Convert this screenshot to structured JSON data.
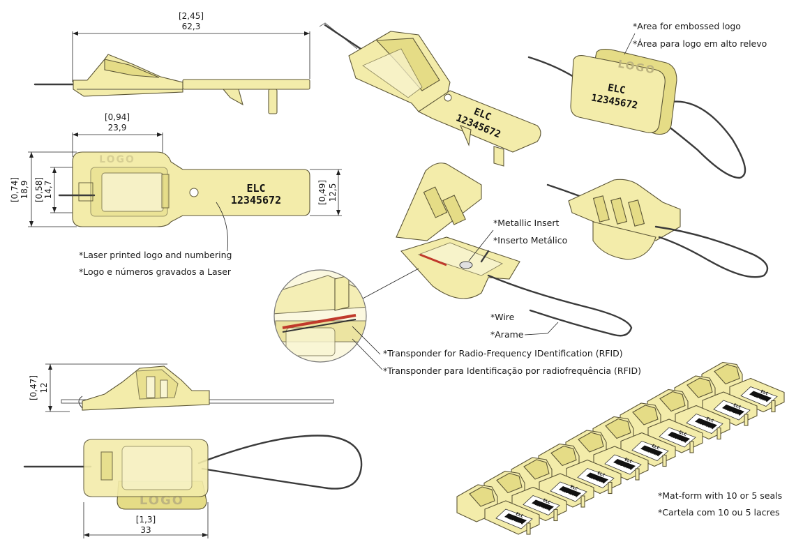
{
  "dimensions": {
    "top_length_in": "[2,45]",
    "top_length_mm": "62,3",
    "plan_width_in": "[0,94]",
    "plan_width_mm": "23,9",
    "plan_height_in": "[0,74]",
    "plan_height_mm": "18,9",
    "inner_height_in": "[0,58]",
    "inner_height_mm": "14,7",
    "tab_height_in": "[0,49]",
    "tab_height_mm": "12,5",
    "side_height_in": "[0,47]",
    "side_height_mm": "12",
    "bottom_width_in": "[1,3]",
    "bottom_width_mm": "33"
  },
  "seal_label": {
    "brand": "ELC",
    "number": "12345672",
    "logo": "LOGO"
  },
  "notes": {
    "logo_area_en": "*Area for embossed logo",
    "logo_area_pt": "*Área para logo em alto relevo",
    "laser_en": "*Laser printed logo and numbering",
    "laser_pt": "*Logo e números gravados a Laser",
    "insert_en": "*Metallic Insert",
    "insert_pt": "*Inserto Metálico",
    "wire_en": "*Wire",
    "wire_pt": "*Arame",
    "rfid_en": "*Transponder for Radio-Frequency IDentification (RFID)",
    "rfid_pt": "*Transponder para Identificação por radiofrequência (RFID)",
    "matform_en": "*Mat-form with 10 or 5 seals",
    "matform_pt": "*Cartela com 10 ou 5 lacres"
  },
  "colors": {
    "seal_body": "#f3ecaa",
    "seal_shade": "#e5dc86",
    "outline": "#5c5636",
    "wire": "#3a3a3a",
    "rfid": "#c0392b"
  }
}
